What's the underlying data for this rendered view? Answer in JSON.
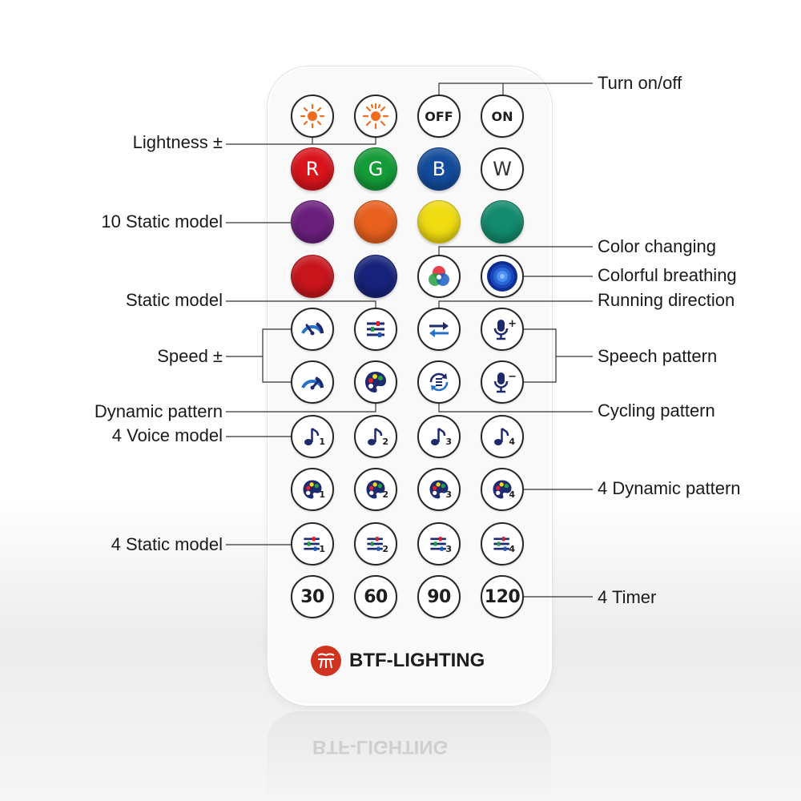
{
  "brand": {
    "name": "BTF-LIGHTING",
    "logo": "btf-lighting-logo"
  },
  "buttons": {
    "row1": [
      "",
      "",
      "OFF",
      "ON"
    ],
    "row2": [
      "R",
      "G",
      "B",
      "W"
    ],
    "row2_colors": [
      "#d9141c",
      "#149c38",
      "#134c9c",
      "#ffffff"
    ],
    "row3_colors": [
      "#6b1f7c",
      "#e8601e",
      "#f0dc10",
      "#128a6c"
    ],
    "row4_colors": [
      "#c8151c",
      "#17227a"
    ],
    "voice_subs": [
      "1",
      "2",
      "3",
      "4"
    ],
    "dynamic_subs": [
      "1",
      "2",
      "3",
      "4"
    ],
    "static_subs": [
      "1",
      "2",
      "3",
      "4"
    ],
    "timers": [
      "30",
      "60",
      "90",
      "120"
    ],
    "speech_marks": [
      "+",
      "−"
    ]
  },
  "labels": {
    "turn_on_off": "Turn on/off",
    "lightness": "Lightness ±",
    "static10": "10 Static model",
    "color_changing": "Color changing",
    "colorful_breathing": "Colorful breathing",
    "static_model": "Static model",
    "running_direction": "Running direction",
    "speed": "Speed ±",
    "speech_pattern": "Speech pattern",
    "dynamic_pattern": "Dynamic pattern",
    "cycling_pattern": "Cycling pattern",
    "voice4": "4 Voice model",
    "dynamic4": "4 Dynamic pattern",
    "static4": "4 Static model",
    "timer4": "4 Timer"
  },
  "icons": [
    "sun-icon",
    "palette-icon",
    "music-note-icon",
    "sliders-icon",
    "speedometer-icon",
    "microphone-icon",
    "arrows-icon",
    "cycle-icon",
    "rgb-circles-icon",
    "ripple-icon"
  ]
}
